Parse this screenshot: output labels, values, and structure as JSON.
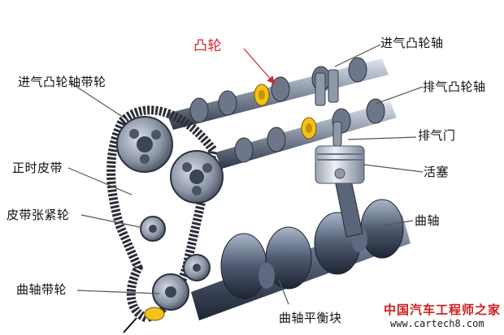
{
  "labels": {
    "cam": "凸轮",
    "intake_camshaft": "进气凸轮轴",
    "intake_cam_pulley": "进气凸轮轴带轮",
    "exhaust_camshaft": "排气凸轮轴",
    "exhaust_valve": "排气门",
    "timing_belt": "正时皮带",
    "piston": "活塞",
    "belt_tensioner": "皮带张紧轮",
    "crankshaft": "曲轴",
    "crank_pulley": "曲轴带轮",
    "balance_block": "曲轴平衡块"
  },
  "watermark": {
    "name": "中国汽车工程师之家",
    "url": "www.cartech8.com"
  },
  "colors": {
    "label_text": "#111111",
    "accent": "#d8232a",
    "watermark_red": "#cc1d1d",
    "metal_light": "#b9c3d1",
    "metal_dark": "#3a4558",
    "belt": "#2a2e36",
    "cam_yellow": "#f2c21b"
  }
}
